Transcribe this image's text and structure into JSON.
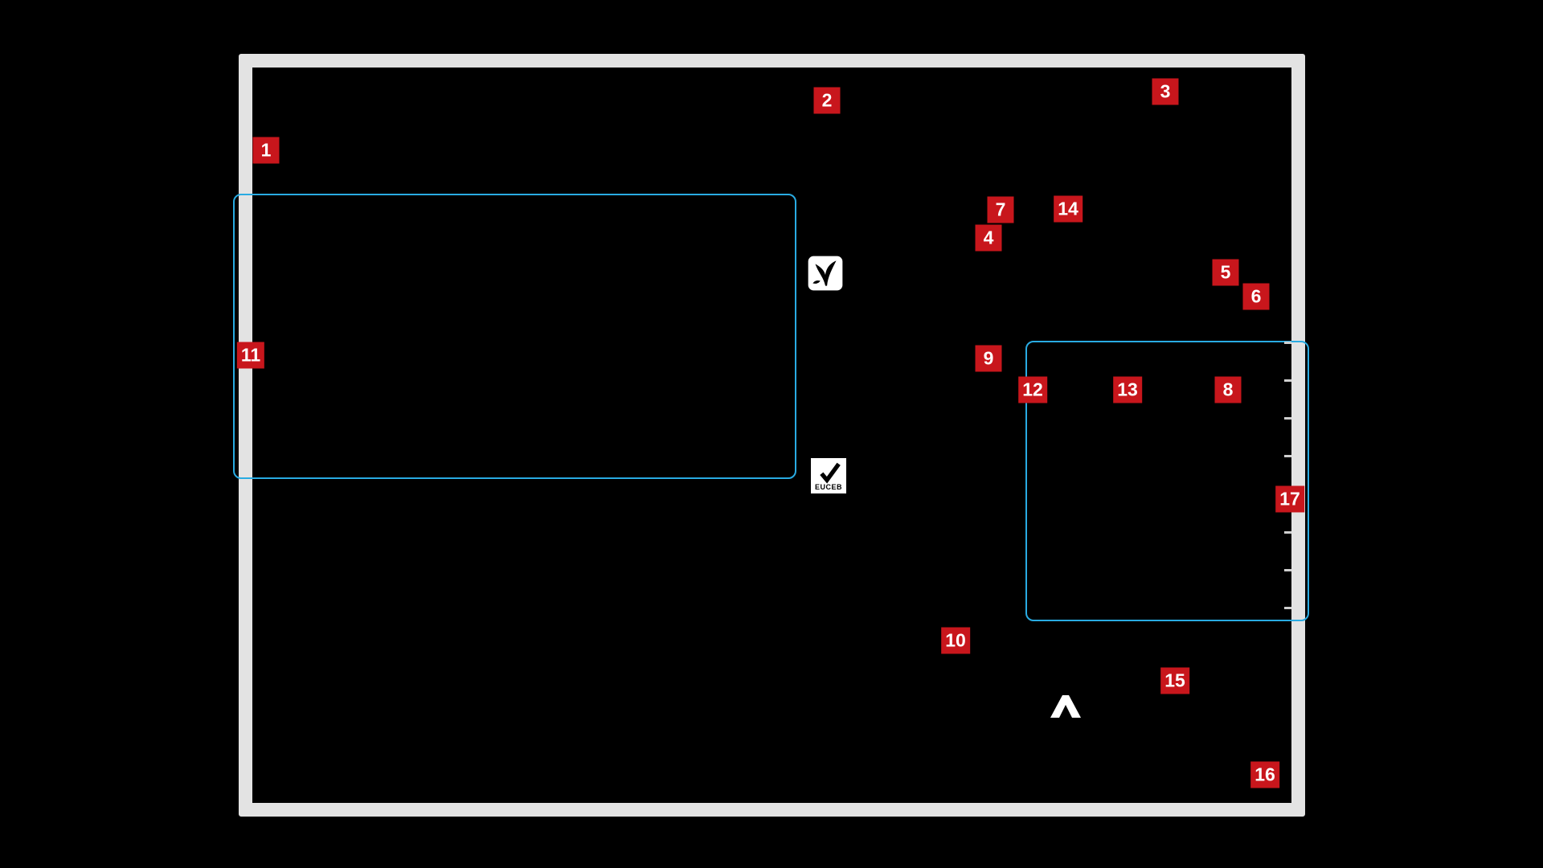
{
  "figure": {
    "type": "annotated-product-label-diagram",
    "description": "black product label inside light-gray frame with numbered red callouts and blue highlight boxes"
  },
  "colors": {
    "background": "#000000",
    "frame_border": "#e3e3e3",
    "badge_background": "#c8161c",
    "badge_text": "#ffffff",
    "highlight_stroke": "#29abe2",
    "icon_background": "#ffffff",
    "icon_foreground": "#000000"
  },
  "annotations": {
    "badges": [
      {
        "label": "1"
      },
      {
        "label": "2"
      },
      {
        "label": "3"
      },
      {
        "label": "4"
      },
      {
        "label": "5"
      },
      {
        "label": "6"
      },
      {
        "label": "7"
      },
      {
        "label": "8"
      },
      {
        "label": "9"
      },
      {
        "label": "10"
      },
      {
        "label": "11"
      },
      {
        "label": "12"
      },
      {
        "label": "13"
      },
      {
        "label": "14"
      },
      {
        "label": "15"
      },
      {
        "label": "16"
      },
      {
        "label": "17"
      }
    ]
  },
  "icons": {
    "certification_mark_name": "plant-certification-icon",
    "euceb_label": "EUCEB",
    "euceb_icon_name": "euceb-checkmark-icon",
    "logo_name": "mountain-brand-logo"
  }
}
